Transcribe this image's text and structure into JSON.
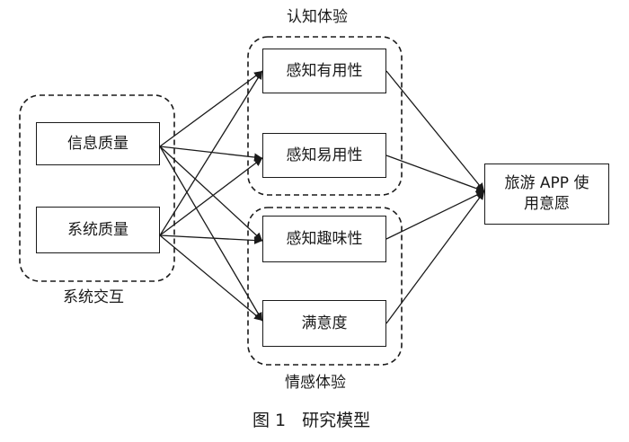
{
  "groups": {
    "system_interaction": "系统交互",
    "cognitive_experience": "认知体验",
    "affective_experience": "情感体验"
  },
  "nodes": {
    "info_quality": "信息质量",
    "system_quality": "系统质量",
    "perceived_usefulness": "感知有用性",
    "perceived_ease_of_use": "感知易用性",
    "perceived_enjoyment": "感知趣味性",
    "satisfaction": "满意度",
    "intention_line1": "旅游 APP 使",
    "intention_line2": "用意愿"
  },
  "edges": [
    [
      "info_quality",
      "perceived_usefulness"
    ],
    [
      "info_quality",
      "perceived_ease_of_use"
    ],
    [
      "info_quality",
      "perceived_enjoyment"
    ],
    [
      "info_quality",
      "satisfaction"
    ],
    [
      "system_quality",
      "perceived_usefulness"
    ],
    [
      "system_quality",
      "perceived_ease_of_use"
    ],
    [
      "system_quality",
      "perceived_enjoyment"
    ],
    [
      "system_quality",
      "satisfaction"
    ],
    [
      "perceived_usefulness",
      "intention"
    ],
    [
      "perceived_ease_of_use",
      "intention"
    ],
    [
      "perceived_enjoyment",
      "intention"
    ],
    [
      "satisfaction",
      "intention"
    ]
  ],
  "caption": {
    "figure_no": "图 1",
    "title": "研究模型"
  }
}
